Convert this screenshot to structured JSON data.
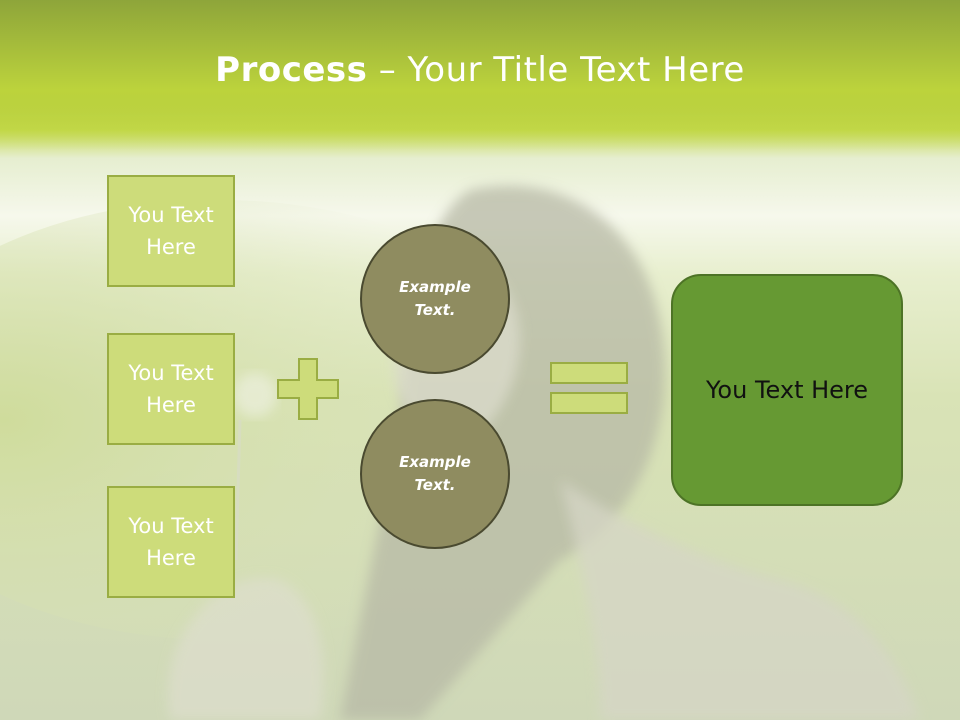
{
  "slide": {
    "title_bold": "Process",
    "title_dash": " – ",
    "title_rest": "Your Title Text Here",
    "boxes": [
      "You Text Here",
      "You Text Here",
      "You Text Here"
    ],
    "circles": [
      "Example Text.",
      "Example Text."
    ],
    "result": "You Text Here"
  },
  "colors": {
    "title_band": "#bcd33c",
    "box_fill": "#cddc7a",
    "box_border": "#9aad43",
    "circle_fill": "#8f8c60",
    "circle_border": "#4a4a30",
    "result_fill": "#669933",
    "symbol_fill": "#cddc7a"
  },
  "icons": {
    "plus": "plus-icon",
    "equals": "equals-icon"
  }
}
